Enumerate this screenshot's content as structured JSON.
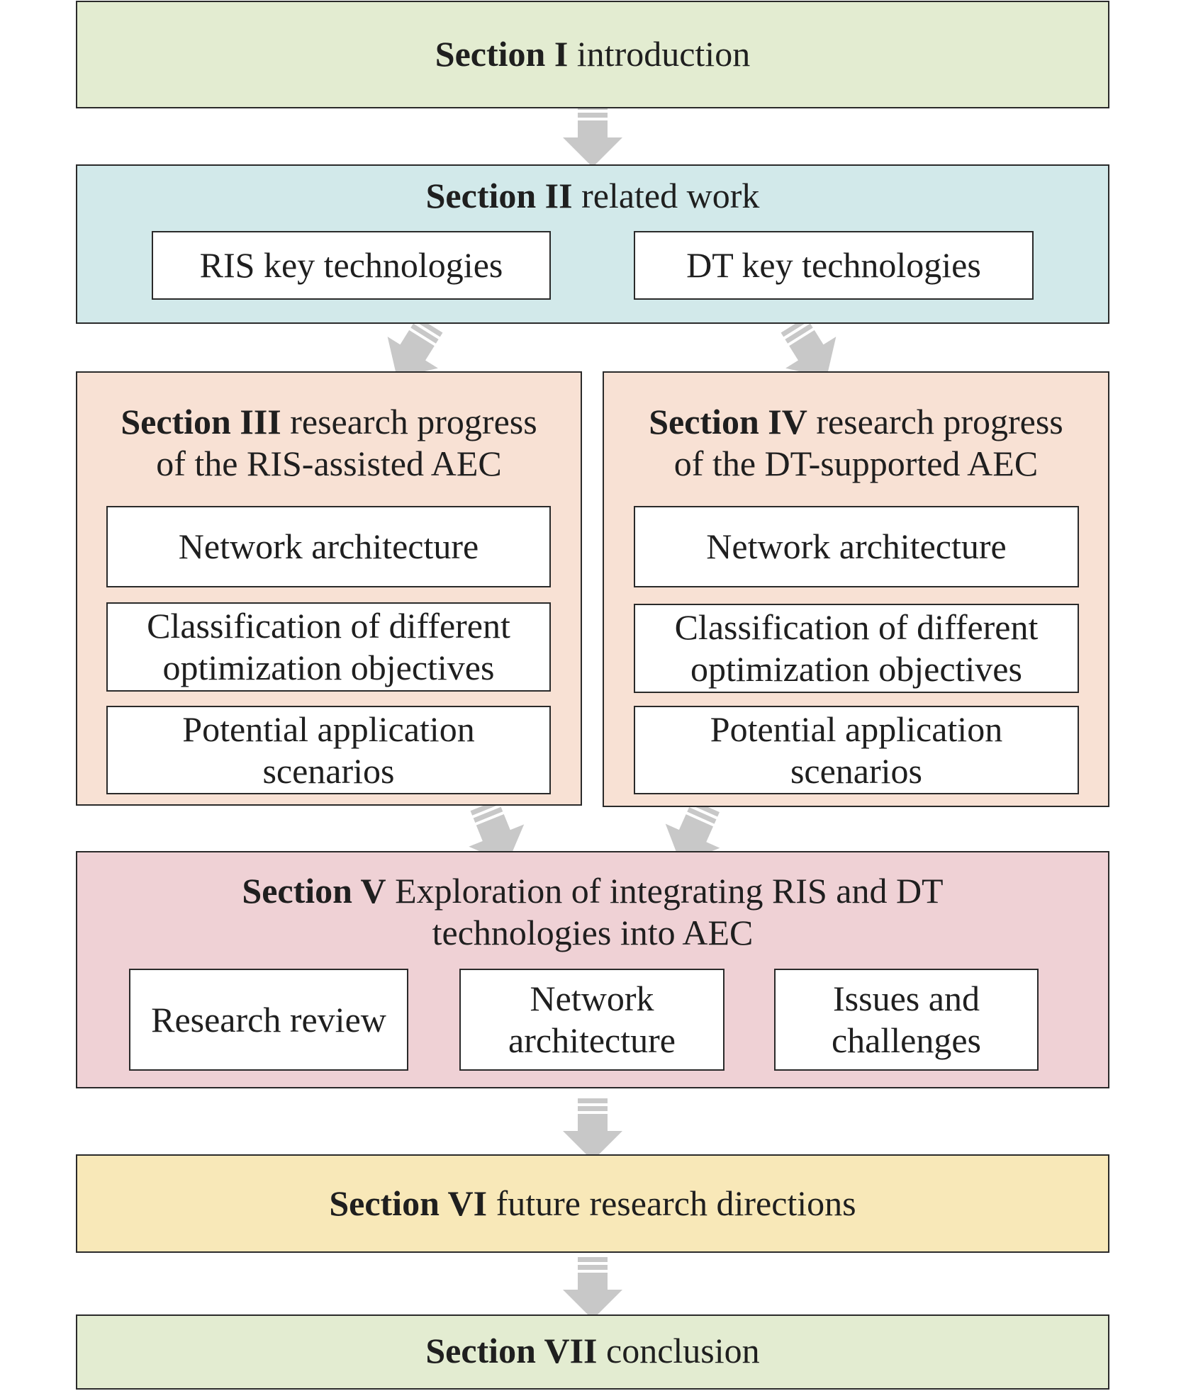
{
  "section1": {
    "bold": "Section I",
    "rest": " introduction"
  },
  "section2": {
    "bold": "Section II",
    "rest": " related work",
    "items": [
      "RIS key technologies",
      "DT key technologies"
    ]
  },
  "section3": {
    "bold": "Section III",
    "rest_line1": " research progress",
    "line2": "of the RIS-assisted AEC",
    "items": [
      [
        "Network architecture"
      ],
      [
        "Classification of different",
        "optimization objectives"
      ],
      [
        "Potential application",
        "scenarios"
      ]
    ]
  },
  "section4": {
    "bold": "Section IV",
    "rest_line1": " research progress",
    "line2": "of the DT-supported AEC",
    "items": [
      [
        "Network architecture"
      ],
      [
        "Classification of different",
        "optimization objectives"
      ],
      [
        "Potential application",
        "scenarios"
      ]
    ]
  },
  "section5": {
    "bold": "Section V",
    "rest_line1": " Exploration of integrating RIS and DT",
    "line2": "technologies into AEC",
    "items": [
      [
        "Research review"
      ],
      [
        "Network",
        "architecture"
      ],
      [
        "Issues and",
        "challenges"
      ]
    ]
  },
  "section6": {
    "bold": "Section VI",
    "rest": " future research directions"
  },
  "section7": {
    "bold": "Section VII",
    "rest": " conclusion"
  },
  "colors": {
    "section1": "#e3ecd1",
    "section2": "#d2e9ea",
    "section3": "#f8e1d4",
    "section4": "#f8e1d4",
    "section5": "#efd1d5",
    "section6": "#f8e8b8",
    "section7": "#e3ecd1",
    "arrow": "#c8c8c8"
  }
}
